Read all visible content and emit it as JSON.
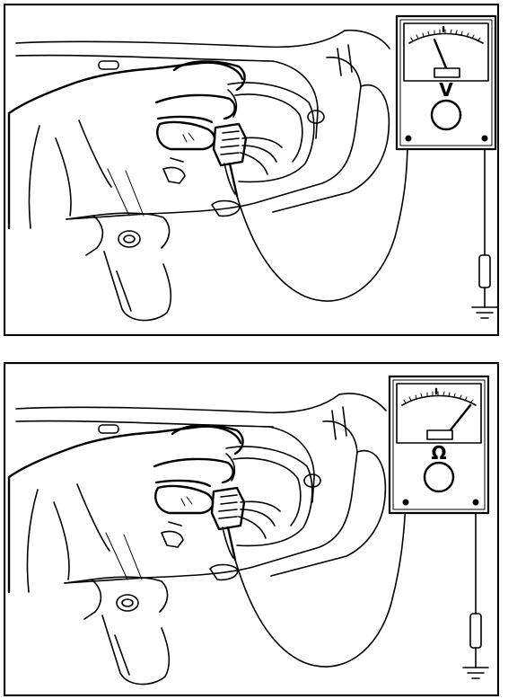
{
  "panels": [
    {
      "id": "voltage-check",
      "meter_mode_symbol": "V"
    },
    {
      "id": "resistance-check",
      "meter_mode_symbol": "Ω"
    }
  ],
  "colors": {
    "ink": "#000000",
    "background": "#ffffff"
  }
}
